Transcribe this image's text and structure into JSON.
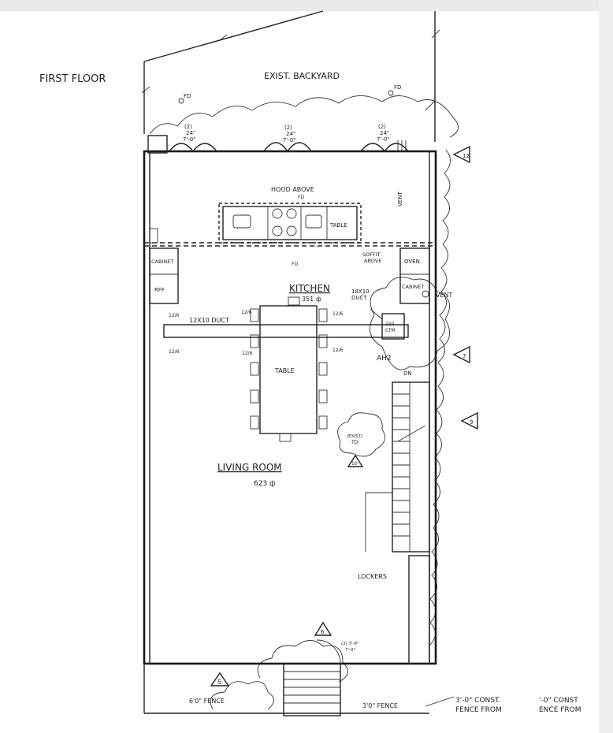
{
  "title": "FIRST FLOOR",
  "backyard": "EXIST. BACKYARD",
  "floor_drains": [
    "FD",
    "FD"
  ],
  "window_labels": [
    {
      "qty": "(2)",
      "w": "24\"",
      "h": "7'-0\""
    },
    {
      "qty": "(2)",
      "w": "24\"",
      "h": "7'-0\""
    },
    {
      "qty": "(2)",
      "w": "24\"",
      "h": "7'-0\""
    }
  ],
  "hood": "HOOD ABOVE",
  "hood_fd": "FD",
  "island_table": "TABLE",
  "cabinet_left": "CABINET",
  "rff": "RFF",
  "oven": "OVEN",
  "cabinet_right": "CABINET",
  "vent_top": "VENT",
  "vent_right": "VENT",
  "soffit": [
    "SOFFIT",
    "ABOVE"
  ],
  "kitchen_fd": "FD",
  "kitchen": {
    "name": "KITCHEN",
    "area": "351 ф"
  },
  "ducts": {
    "main": "12X10 DUCT",
    "upper": "18X10",
    "upper2": "DUCT",
    "sizes": [
      "12/6",
      "12/6",
      "12/6",
      "12/6",
      "12/6",
      "12/6"
    ],
    "cfm": [
      "150",
      "CFM"
    ],
    "ah": "AH2"
  },
  "dining_table": "TABLE",
  "stair": "DN",
  "td": [
    "(EXIST)",
    "TD"
  ],
  "living": {
    "name": "LIVING ROOM",
    "area": "623 ф"
  },
  "lockers": "LOCKERS",
  "door_note": [
    "(2) 3'-6\"",
    "7'-0\""
  ],
  "fence_left": "6'0\" FENCE",
  "fence_right": "3'0\" FENCE",
  "notes": [
    "3'-0\" CONST.",
    "FENCE FROM",
    "'-0\" CONST",
    "ENCE FROM"
  ],
  "tags": [
    "12",
    "7",
    "9",
    "10",
    "6",
    "5"
  ]
}
